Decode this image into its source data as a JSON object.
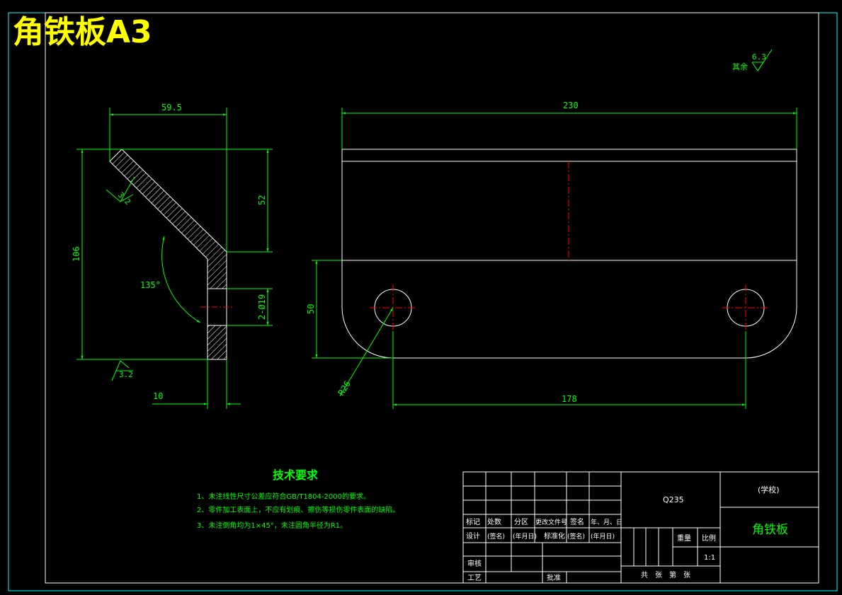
{
  "title": "角铁板A3",
  "colors": {
    "background": "#000000",
    "frame": "#00ffff",
    "outline": "#ffffff",
    "dimension": "#00ff00",
    "centerline": "#ff0000",
    "title_text": "#ffff00",
    "table_text": "#ffffff",
    "table_accent": "#00ff00"
  },
  "surface_finish": {
    "general_label": "其余",
    "general_value": "6.3",
    "chamfer_face_value": "3.2",
    "bottom_face_value": "3.2"
  },
  "side_view": {
    "dim_width": "59.5",
    "dim_height": "106",
    "dim_upper_height": "52",
    "dim_holes": "2-Ø19",
    "dim_thickness": "10",
    "angle": "135°"
  },
  "front_view": {
    "dim_length": "230",
    "dim_height": "50",
    "dim_hole_spacing": "178",
    "dim_radius": "R26"
  },
  "tech_requirements": {
    "heading": "技术要求",
    "items": [
      "1、未注线性尺寸公差应符合GB/T1804-2000的要求。",
      "2、零件加工表面上，不应有划痕、擦伤等损伤零件表面的缺陷。",
      "3、未注倒角均为1×45°，未注圆角半径为R1。"
    ]
  },
  "title_block": {
    "rev_headers": [
      "标记",
      "处数",
      "分区",
      "更改文件号",
      "签名",
      "年、月、日"
    ],
    "design_row": [
      "设计",
      "(签名)",
      "(年月日)",
      "标准化",
      "(签名)",
      "(年月日)"
    ],
    "review_label": "审核",
    "process_label": "工艺",
    "approve_label": "批准",
    "material": "Q235",
    "weight_label": "重量",
    "scale_label": "比例",
    "scale_value": "1:1",
    "sheets_text": "共　张　第　张",
    "school": "(学校)",
    "part_name": "角铁板"
  }
}
